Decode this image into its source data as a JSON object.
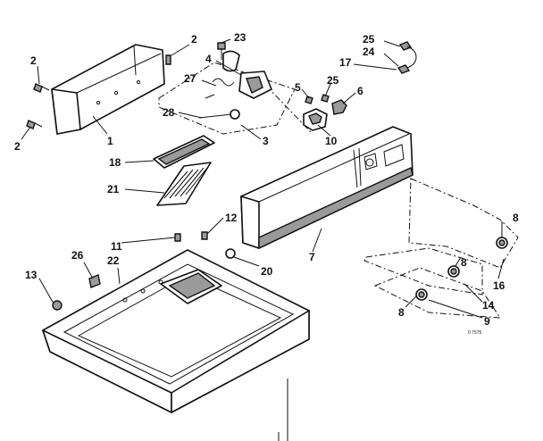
{
  "diagram": {
    "callouts": [
      {
        "id": "c-2a",
        "text": "2"
      },
      {
        "id": "c-2b",
        "text": "2"
      },
      {
        "id": "c-2c",
        "text": "2"
      },
      {
        "id": "c-1",
        "text": "1"
      },
      {
        "id": "c-23",
        "text": "23"
      },
      {
        "id": "c-4",
        "text": "4"
      },
      {
        "id": "c-27",
        "text": "27"
      },
      {
        "id": "c-28",
        "text": "28"
      },
      {
        "id": "c-3",
        "text": "3"
      },
      {
        "id": "c-25a",
        "text": "25"
      },
      {
        "id": "c-24",
        "text": "24"
      },
      {
        "id": "c-17",
        "text": "17"
      },
      {
        "id": "c-5",
        "text": "5"
      },
      {
        "id": "c-25b",
        "text": "25"
      },
      {
        "id": "c-6",
        "text": "6"
      },
      {
        "id": "c-10",
        "text": "10"
      },
      {
        "id": "c-18",
        "text": "18"
      },
      {
        "id": "c-21",
        "text": "21"
      },
      {
        "id": "c-12",
        "text": "12"
      },
      {
        "id": "c-11",
        "text": "11"
      },
      {
        "id": "c-26",
        "text": "26"
      },
      {
        "id": "c-22",
        "text": "22"
      },
      {
        "id": "c-13",
        "text": "13"
      },
      {
        "id": "c-20",
        "text": "20"
      },
      {
        "id": "c-7",
        "text": "7"
      },
      {
        "id": "c-8a",
        "text": "8"
      },
      {
        "id": "c-8b",
        "text": "8"
      },
      {
        "id": "c-8c",
        "text": "8"
      },
      {
        "id": "c-16",
        "text": "16"
      },
      {
        "id": "c-14",
        "text": "14"
      },
      {
        "id": "c-9",
        "text": "9"
      }
    ],
    "drawing_code": "0 7575"
  }
}
